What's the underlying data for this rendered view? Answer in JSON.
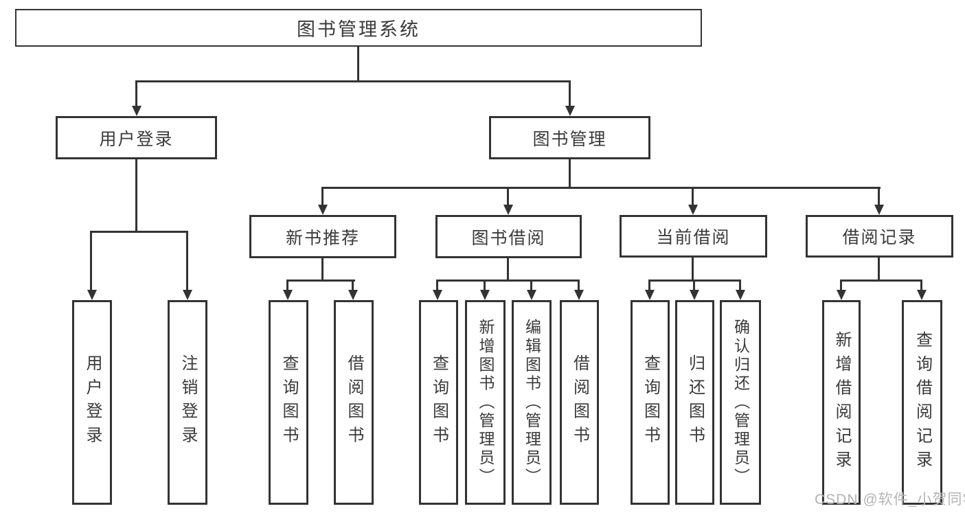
{
  "tree": {
    "label": "图书管理系统",
    "children": [
      {
        "label": "用户登录",
        "children": [
          {
            "label": "用户登录"
          },
          {
            "label": "注销登录"
          }
        ]
      },
      {
        "label": "图书管理",
        "children": [
          {
            "label": "新书推荐",
            "children": [
              {
                "label": "查询图书"
              },
              {
                "label": "借阅图书"
              }
            ]
          },
          {
            "label": "图书借阅",
            "children": [
              {
                "label": "查询图书"
              },
              {
                "label": "新增图书（管理员）"
              },
              {
                "label": "编辑图书（管理员）"
              },
              {
                "label": "借阅图书"
              }
            ]
          },
          {
            "label": "当前借阅",
            "children": [
              {
                "label": "查询图书"
              },
              {
                "label": "归还图书"
              },
              {
                "label": "确认归还（管理员）"
              }
            ]
          },
          {
            "label": "借阅记录",
            "children": [
              {
                "label": "新增借阅记录"
              },
              {
                "label": "查询借阅记录"
              }
            ]
          }
        ]
      }
    ]
  },
  "watermark": {
    "text": "CSDN @软件_小贺同学"
  },
  "colors": {
    "line": "#333333",
    "text": "#3a3a3a",
    "watermark": "#b5b5b5",
    "background": "#ffffff"
  }
}
